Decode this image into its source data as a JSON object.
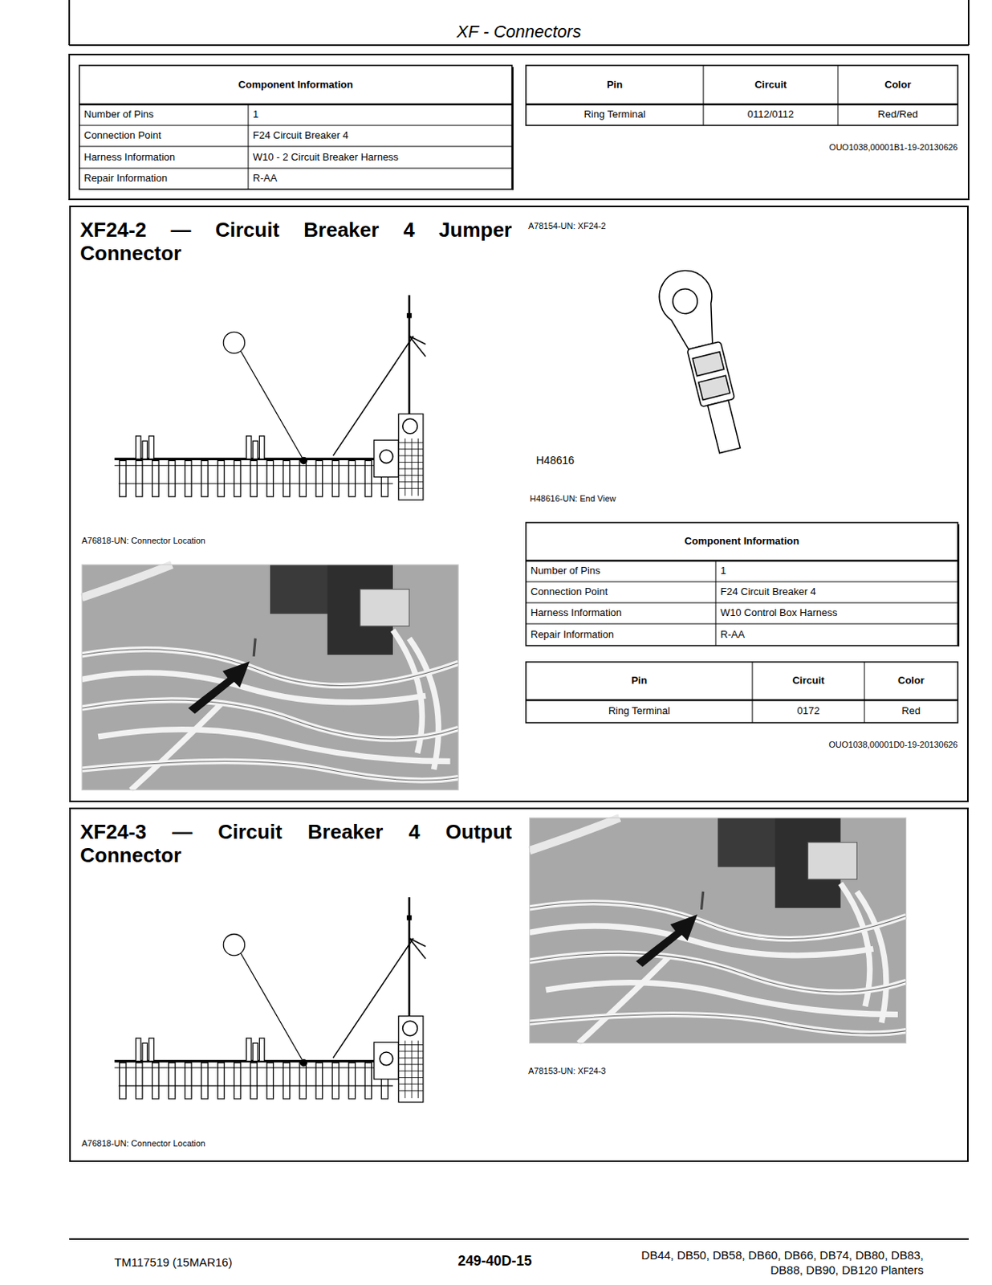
{
  "diagram": {
    "title": "XF - Connectors",
    "nodes": [
      {
        "text": [
          "XF24-2 — Circuit Breaker 4 Jumper Connector"
        ]
      },
      {
        "text": [
          "XF24-3 — Circuit Breaker 4 Output Connector"
        ]
      }
    ],
    "labels": [
      "Component Information",
      "Number of Pins",
      "1",
      "Connection Point",
      "F24 Circuit Breaker 4",
      "Harness Information",
      "W10 - 2 Circuit Breaker Harness",
      "Repair Information",
      "R-AA",
      "Pin",
      "Circuit",
      "Color",
      "Ring Terminal",
      "0112/0112",
      "Red/Red",
      "OUO1038,00001B1-19-20130626",
      "A78154-UN: XF24-2",
      "H48616",
      "H48616-UN: End View",
      "A76818-UN: Connector Location",
      "Component Information",
      "Number of Pins",
      "1",
      "Connection Point",
      "F24 Circuit Breaker 4",
      "Harness Information",
      "W10 Control Box Harness",
      "Repair Information",
      "R-AA",
      "Pin",
      "Circuit",
      "Color",
      "Ring Terminal",
      "0172",
      "Red",
      "OUO1038,00001D0-19-20130626",
      "A78153-UN: XF24-3",
      "A76818-UN: Connector Location",
      "TM117519 (15MAR16)",
      "249-40D-15",
      "DB44, DB50, DB58, DB60, DB66, DB74, DB80, DB83, DB88, DB90, DB120 Planters"
    ]
  }
}
